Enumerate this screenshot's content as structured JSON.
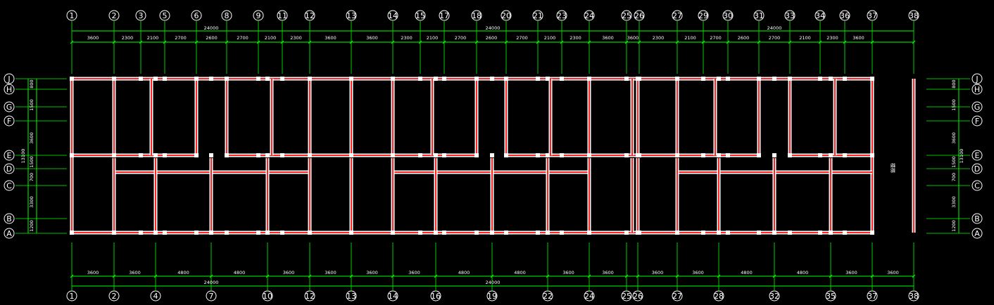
{
  "drawing": {
    "top_axes": [
      "1",
      "2",
      "3",
      "5",
      "6",
      "8",
      "9",
      "11",
      "12",
      "13",
      "14",
      "15",
      "17",
      "18",
      "20",
      "21",
      "23",
      "24",
      "25",
      "26",
      "27",
      "29",
      "30",
      "31",
      "33",
      "34",
      "36",
      "37",
      "38"
    ],
    "top_dims": [
      "3600",
      "2300",
      "2100",
      "2700",
      "2600",
      "2700",
      "2100",
      "2300",
      "3600",
      "3600",
      "2300",
      "2100",
      "2700",
      "2600",
      "2700",
      "2100",
      "2300",
      "3600",
      "3600",
      "2300",
      "2100",
      "2700",
      "2600",
      "2700",
      "2100",
      "2300",
      "3600"
    ],
    "top_totals": [
      "24000",
      "24000",
      "24000"
    ],
    "bottom_axes": [
      "1",
      "2",
      "4",
      "7",
      "10",
      "12",
      "13",
      "14",
      "16",
      "19",
      "22",
      "24",
      "25",
      "26",
      "27",
      "28",
      "32",
      "35",
      "37",
      "38"
    ],
    "bottom_dims": [
      "3600",
      "3600",
      "4800",
      "4800",
      "3600",
      "3600",
      "3600",
      "3600",
      "4800",
      "4800",
      "3600",
      "3600",
      "3600",
      "3600",
      "4800",
      "4800",
      "3600",
      "3600"
    ],
    "bottom_totals": [
      "24000",
      "24000"
    ],
    "left_rows": [
      "J",
      "H",
      "G",
      "F",
      "E",
      "D",
      "C",
      "B",
      "A"
    ],
    "right_rows": [
      "J",
      "H",
      "G",
      "F",
      "E",
      "D",
      "C",
      "B",
      "A"
    ],
    "left_dims": [
      "800",
      "1500",
      "3600",
      "1500",
      "700",
      "3300",
      "1200"
    ],
    "right_dims": [
      "800",
      "1500",
      "3600",
      "1500",
      "700",
      "3300",
      "1200"
    ],
    "left_total": "13100",
    "right_total": "13100",
    "corridor_label": "楼梯",
    "colors": {
      "grid": "#00ff00",
      "wall_outer": "#ffffff",
      "wall_inner": "#ff2020",
      "bubble": "#ffffff"
    }
  }
}
